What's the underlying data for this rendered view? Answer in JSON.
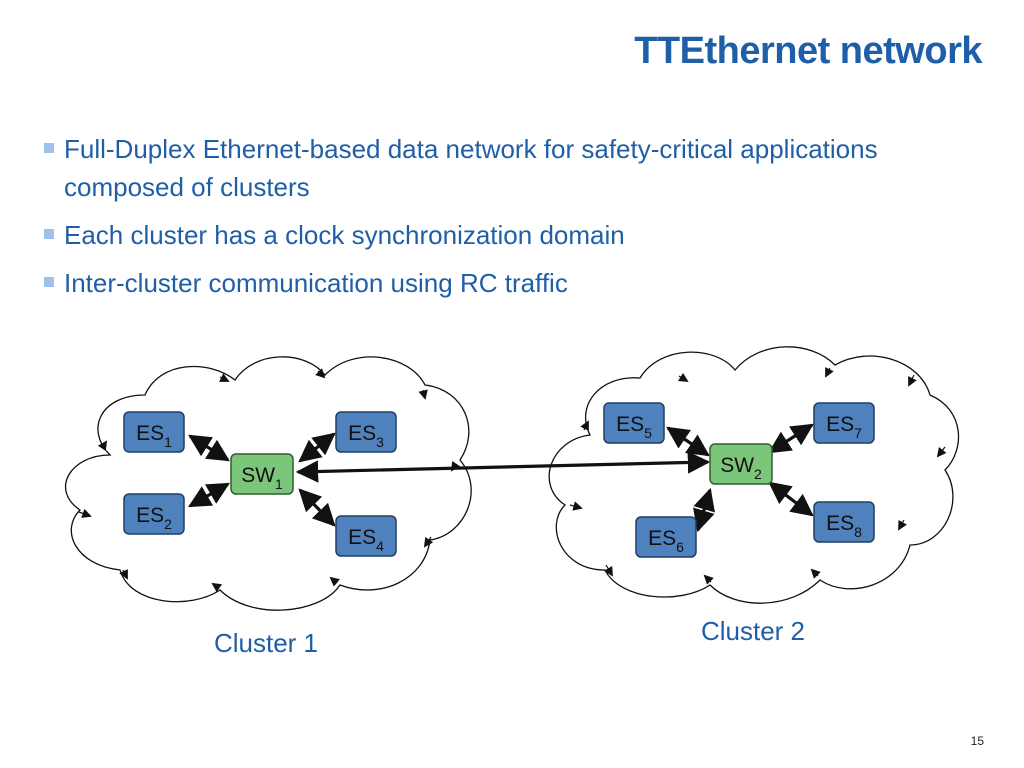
{
  "slide": {
    "title": "TTEthernet network",
    "page_number": "15"
  },
  "bullets": [
    "Full-Duplex Ethernet-based data network for safety-critical applications composed of clusters",
    "Each cluster has a clock synchronization domain",
    "Inter-cluster communication using RC traffic"
  ],
  "diagram": {
    "colors": {
      "end_system": "#4f81bd",
      "switch": "#7cc67c",
      "text": "#1f5fa8",
      "edges": "#111111"
    },
    "clusters": [
      {
        "label": "Cluster 1"
      },
      {
        "label": "Cluster 2"
      }
    ],
    "nodes": {
      "es1": {
        "base": "ES",
        "sub": "1"
      },
      "es2": {
        "base": "ES",
        "sub": "2"
      },
      "es3": {
        "base": "ES",
        "sub": "3"
      },
      "es4": {
        "base": "ES",
        "sub": "4"
      },
      "sw1": {
        "base": "SW",
        "sub": "1"
      },
      "es5": {
        "base": "ES",
        "sub": "5"
      },
      "es6": {
        "base": "ES",
        "sub": "6"
      },
      "es7": {
        "base": "ES",
        "sub": "7"
      },
      "es8": {
        "base": "ES",
        "sub": "8"
      },
      "sw2": {
        "base": "SW",
        "sub": "2"
      }
    }
  }
}
